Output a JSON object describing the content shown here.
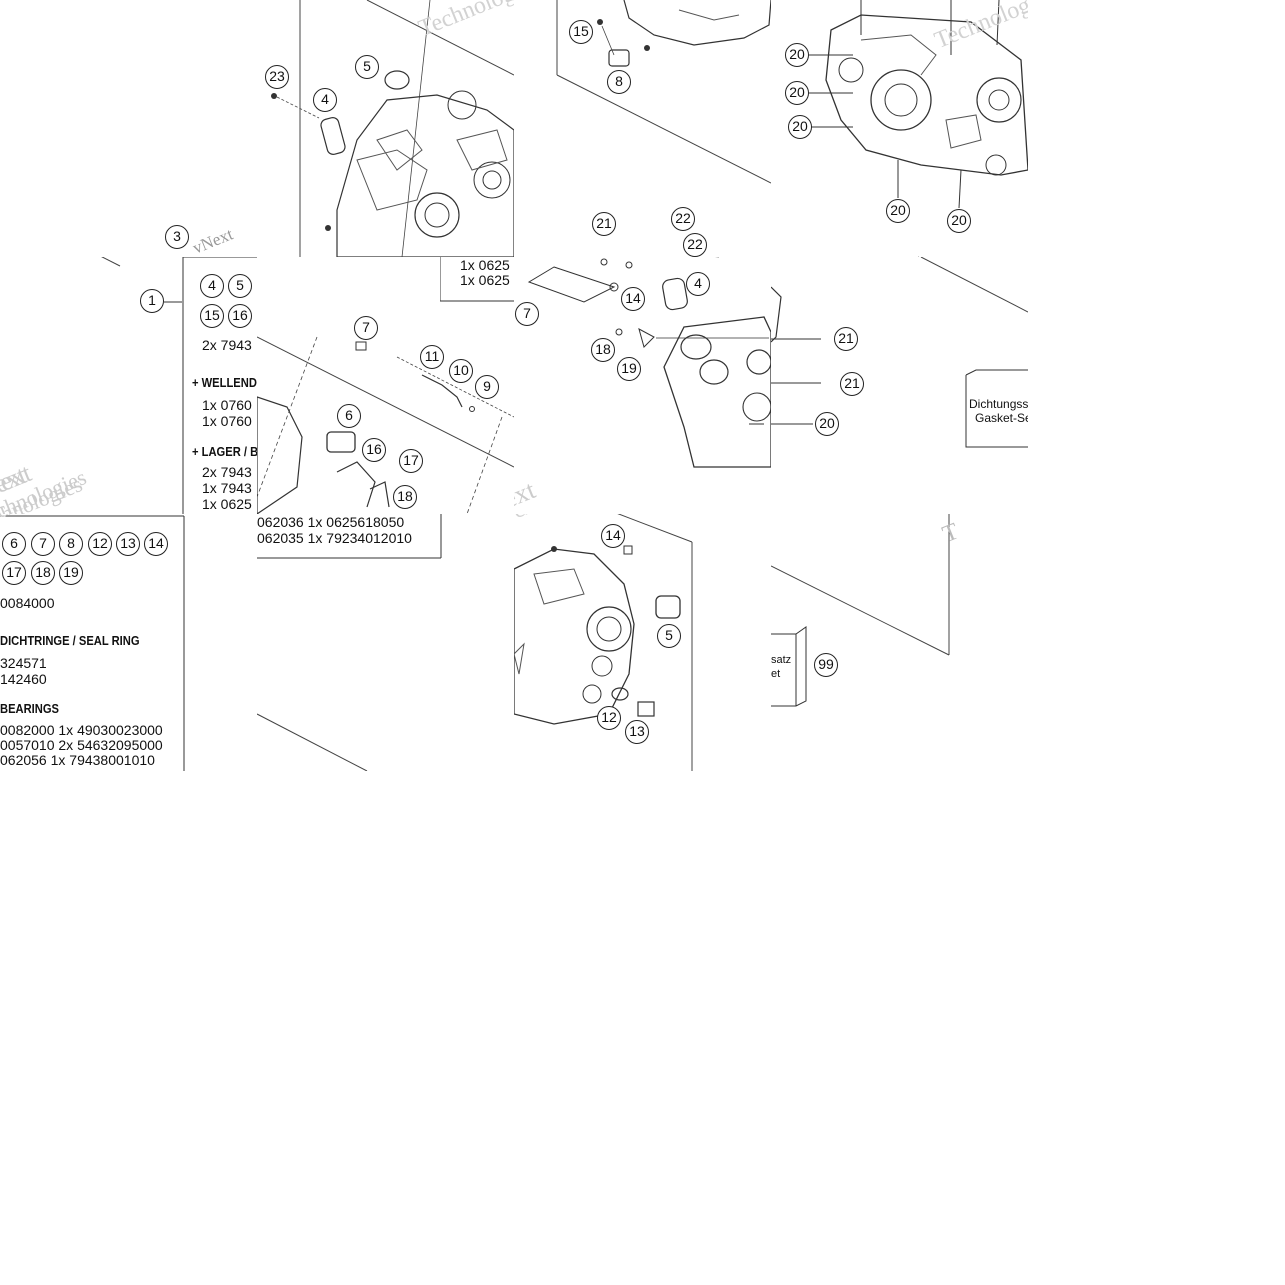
{
  "watermark": {
    "line1": "vNext",
    "line2": "Technologies",
    "short_t": "T",
    "frag_ext": "ext",
    "frag_chn": "chnologies",
    "frag_chnologies": "chnologies"
  },
  "callouts": {
    "c1": "1",
    "c3": "3",
    "c4": "4",
    "c5": "5",
    "c6": "6",
    "c7": "7",
    "c8": "8",
    "c9": "9",
    "c10": "10",
    "c11": "11",
    "c12": "12",
    "c13": "13",
    "c14": "14",
    "c15": "15",
    "c16": "16",
    "c17": "17",
    "c18": "18",
    "c19": "19",
    "c20": "20",
    "c21": "21",
    "c22": "22",
    "c23": "23",
    "c99": "99"
  },
  "parts_box_1": {
    "row1": "2x 7943",
    "hdr_wellend": "+ WELLEND",
    "row2": "1x 0760",
    "row3": "1x 0760",
    "hdr_lager": "+ LAGER / B",
    "row4": "2x 7943",
    "row5": "1x 7943",
    "row6": "1x 0625"
  },
  "parts_box_2": {
    "row_a": "062036   1x 0625618050",
    "row_b": "062035   1x 79234012010",
    "top_a": "1x 0625",
    "top_b": "1x 0625"
  },
  "parts_box_3": {
    "row0": "0084000",
    "hdr_seal": "DICHTRINGE /  SEAL RING",
    "seal1": "324571",
    "seal2": "142460",
    "hdr_bearings": "BEARINGS",
    "b1": "0082000   1x 49030023000",
    "b2": "0057010   2x 54632095000",
    "b3": "062056     1x 79438001010"
  },
  "gasket_box": {
    "de": "Dichtungss",
    "en": "Gasket-Se",
    "de2": "satz",
    "en2": "et"
  }
}
